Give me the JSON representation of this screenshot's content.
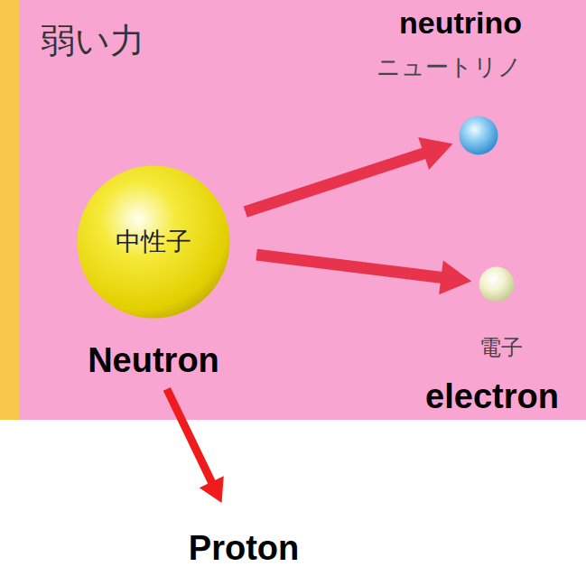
{
  "diagram": {
    "nodes": [
      {
        "text": [
          "弱い力"
        ]
      },
      {
        "text": [
          "中性子",
          "Neutron"
        ],
        "in": 0
      },
      {
        "text": [
          "neutrino",
          "ニュートリノ"
        ],
        "in": 0
      },
      {
        "text": [
          "電子",
          "electron"
        ],
        "in": 0
      },
      {
        "text": [
          "Proton"
        ]
      }
    ],
    "edges": [
      {
        "from": 1,
        "to": 2,
        "arrow": "to"
      },
      {
        "from": 1,
        "to": 3,
        "arrow": "to"
      },
      {
        "from": 1,
        "to": 4,
        "arrow": "to"
      }
    ]
  }
}
